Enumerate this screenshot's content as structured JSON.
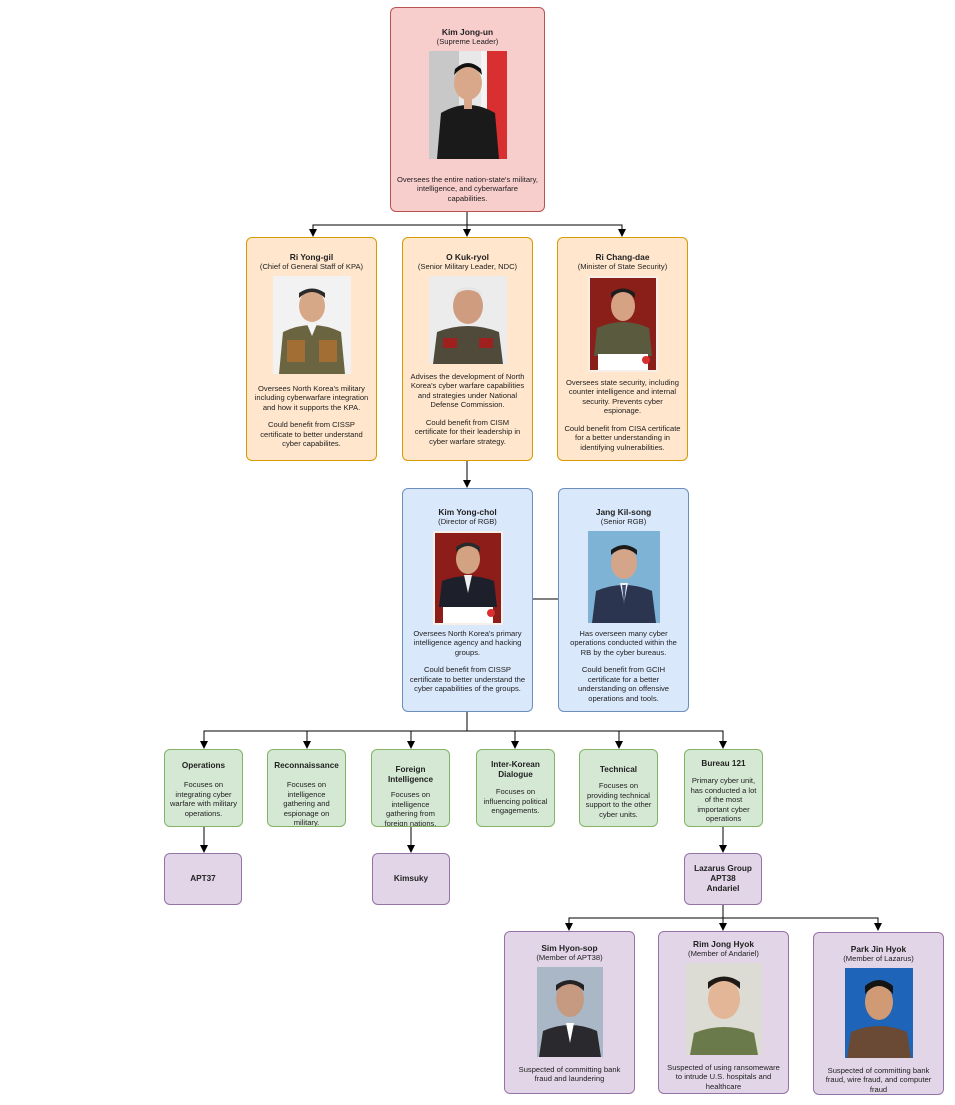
{
  "leader": {
    "name": "Kim Jong-un",
    "role": "(Supreme Leader)",
    "desc": "Oversees the entire nation-state's military, intelligence, and cyberwarfare capabilities."
  },
  "tier2": [
    {
      "name": "Ri Yong-gil",
      "role": "(Chief of General Staff of KPA)",
      "desc": "Oversees North Korea's military including cyberwarfare integration and how it supports the KPA.",
      "note": "Could benefit from CISSP certificate to better understand cyber capabilites."
    },
    {
      "name": "O Kuk-ryol",
      "role": "(Senior Military Leader, NDC)",
      "desc": "Advises the development of North Korea's cyber warfare capabilities and strategies under National Defense Commission.",
      "note": "Could benefit from CISM certificate for their leadership in cyber warfare strategy."
    },
    {
      "name": "Ri Chang-dae",
      "role": "(Minister of State Security)",
      "desc": "Oversees state security, including counter intelligence and internal security. Prevents cyber espionage.",
      "note": "Could benefit from CISA certificate for a better understanding in identifying vulnerabilities."
    }
  ],
  "rgb": [
    {
      "name": "Kim Yong-chol",
      "role": "(Director of RGB)",
      "desc": "Oversees North Korea's primary intelligence agency and hacking groups.",
      "note": "Could benefit from CISSP certificate to better understand the cyber capabilities of the groups."
    },
    {
      "name": "Jang Kil-song",
      "role": "(Senior RGB)",
      "desc": "Has overseen many cyber operations conducted within the RB by the cyber bureaus.",
      "note": "Could benefit from GCIH certificate for a better understanding on offensive operations and tools."
    }
  ],
  "units": [
    {
      "title": "Operations",
      "desc": "Focuses on integrating cyber warfare with military operations."
    },
    {
      "title": "Reconnaissance",
      "desc": "Focuses on intelligence gathering and espionage on military."
    },
    {
      "title": "Foreign Intelligence",
      "desc": "Focuses on intelligence gathering from foreign nations."
    },
    {
      "title": "Inter-Korean Dialogue",
      "desc": "Focuses on influencing political engagements."
    },
    {
      "title": "Technical",
      "desc": "Focuses on providing technical support to the other cyber units."
    },
    {
      "title": "Bureau 121",
      "desc": "Primary cyber unit, has conducted a lot of the most important cyber operations"
    }
  ],
  "groups": {
    "apt37": "APT37",
    "kimsuky": "Kimsuky",
    "lazarus": [
      "Lazarus Group",
      "APT38",
      "Andariel"
    ]
  },
  "members": [
    {
      "name": "Sim Hyon-sop",
      "role": "(Member of APT38)",
      "desc": "Suspected of committing bank fraud and laundering"
    },
    {
      "name": "Rim Jong Hyok",
      "role": "(Member of Andariel)",
      "desc": "Suspected of using ransomeware to intrude U.S. hospitals and healthcare"
    },
    {
      "name": "Park Jin Hyok",
      "role": "(Member of Lazarus)",
      "desc": "Suspected of committing bank fraud, wire fraud, and computer fraud"
    }
  ],
  "colors": {
    "leader_fill": "#f8cecc",
    "tier2_fill": "#ffe6cc",
    "rgb_fill": "#dae8fc",
    "unit_fill": "#d5e8d4",
    "group_fill": "#e1d5e7"
  },
  "icons": [
    "portrait-photo"
  ]
}
